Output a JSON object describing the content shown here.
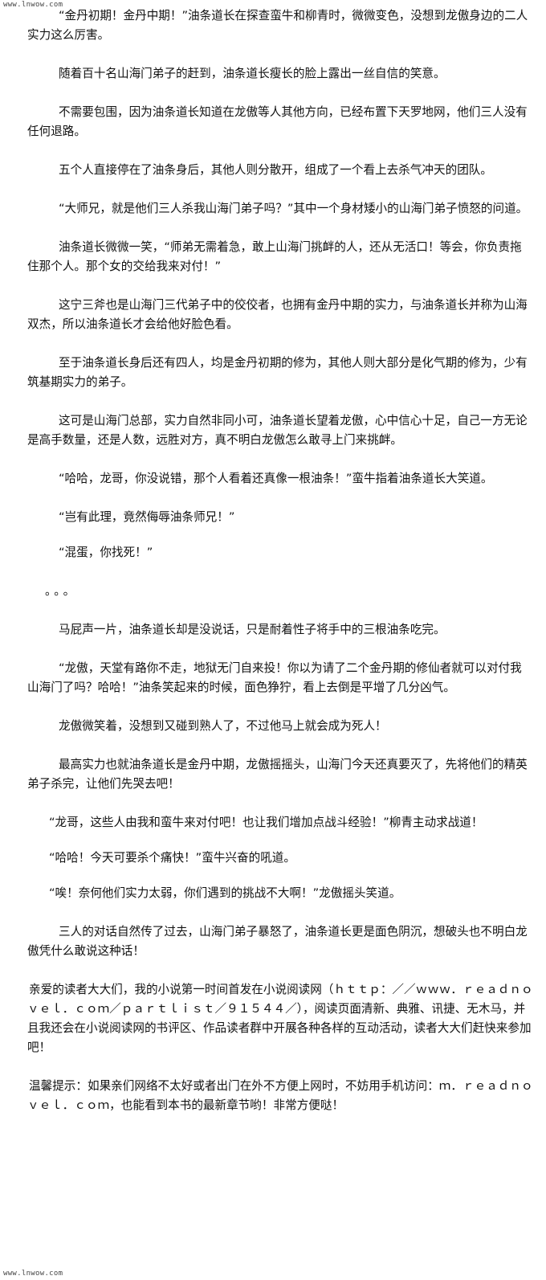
{
  "watermark": {
    "top": "www.lnwow.com",
    "bottom": "www.lnwow.com"
  },
  "paragraphs": [
    {
      "text": "“金丹初期！金丹中期！”油条道长在探查蛮牛和柳青时，微微变色，没想到龙傲身边的二人实力这么厉害。",
      "style": "indent"
    },
    {
      "text": "随着百十名山海门弟子的赶到，油条道长瘦长的脸上露出一丝自信的笑意。",
      "style": "indent"
    },
    {
      "text": "不需要包围，因为油条道长知道在龙傲等人其他方向，已经布置下天罗地网，他们三人没有任何退路。",
      "style": "indent"
    },
    {
      "text": "五个人直接停在了油条身后，其他人则分散开，组成了一个看上去杀气冲天的团队。",
      "style": "indent"
    },
    {
      "text": "“大师兄，就是他们三人杀我山海门弟子吗？”其中一个身材矮小的山海门弟子愤怒的问道。",
      "style": "indent"
    },
    {
      "text": "油条道长微微一笑，“师弟无需着急，敢上山海门挑衅的人，还从无活口！等会，你负责拖住那个人。那个女的交给我来对付！”",
      "style": "indent"
    },
    {
      "text": "这宁三斧也是山海门三代弟子中的佼佼者，也拥有金丹中期的实力，与油条道长并称为山海双杰，所以油条道长才会给他好脸色看。",
      "style": "indent"
    },
    {
      "text": "至于油条道长身后还有四人，均是金丹初期的修为，其他人则大部分是化气期的修为，少有筑基期实力的弟子。",
      "style": "indent"
    },
    {
      "text": "这可是山海门总部，实力自然非同小可，油条道长望着龙傲，心中信心十足，自己一方无论是高手数量，还是人数，远胜对方，真不明白龙傲怎么敢寻上门来挑衅。",
      "style": "indent"
    },
    {
      "text": "“哈哈，龙哥，你没说错，那个人看着还真像一根油条！”蛮牛指着油条道长大笑道。",
      "style": "indent"
    },
    {
      "text": "“岂有此理，竟然侮辱油条师兄！”",
      "style": "indent"
    },
    {
      "text": "“混蛋，你找死！”",
      "style": "indent"
    },
    {
      "text": "。。。",
      "style": "dots"
    },
    {
      "text": "马屁声一片，油条道长却是没说话，只是耐着性子将手中的三根油条吃完。",
      "style": "indent"
    },
    {
      "text": "“龙傲，天堂有路你不走，地狱无门自来投！你以为请了二个金丹期的修仙者就可以对付我山海门了吗？哈哈！”油条笑起来的时候，面色狰狞，看上去倒是平增了几分凶气。",
      "style": "indent"
    },
    {
      "text": "龙傲微笑着，没想到又碰到熟人了，不过他马上就会成为死人！",
      "style": "indent"
    },
    {
      "text": "最高实力也就油条道长是金丹中期，龙傲摇摇头，山海门今天还真要灭了，先将他们的精英弟子杀完，让他们先哭去吧！",
      "style": "indent"
    },
    {
      "text": "“龙哥，这些人由我和蛮牛来对付吧！也让我们增加点战斗经验！”柳青主动求战道！",
      "style": "indent2"
    },
    {
      "text": "“哈哈！今天可要杀个痛快！”蛮牛兴奋的吼道。",
      "style": "indent2"
    },
    {
      "text": "“唉！奈何他们实力太弱，你们遇到的挑战不大啊！”龙傲摇头笑道。",
      "style": "indent2"
    },
    {
      "text": "三人的对话自然传了过去，山海门弟子暴怒了，油条道长更是面色阴沉，想破头也不明白龙傲凭什么敢说这种话！",
      "style": "indent"
    },
    {
      "text": "亲爱的读者大大们，我的小说第一时间首发在小说阅读网（ｈｔｔｐ：／／ｗｗｗ．ｒｅａｄｎｏｖｅｌ．ｃｏｍ／ｐａｒｔｌｉｓｔ／９１５４４／），阅读页面清新、典雅、讯捷、无木马，并且我还会在小说阅读网的书评区、作品读者群中开展各种各样的互动活动，读者大大们赶快来参加吧！",
      "style": "promo"
    },
    {
      "text": "温馨提示：如果亲们网络不太好或者出门在外不方便上网时，不妨用手机访问：ｍ．ｒｅａｄｎｏｖｅｌ．ｃｏｍ，也能看到本书的最新章节哟！非常方便哒！",
      "style": "promo"
    }
  ]
}
